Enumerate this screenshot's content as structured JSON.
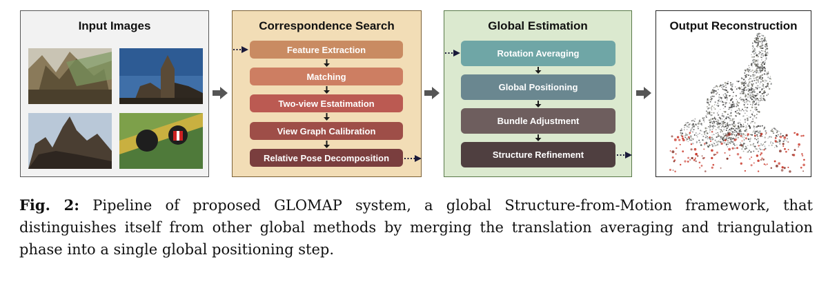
{
  "panels": {
    "input": {
      "title": "Input Images"
    },
    "correspondence": {
      "title": "Correspondence Search",
      "steps": [
        "Feature Extraction",
        "Matching",
        "Two-view Estatimation",
        "View Graph Calibration",
        "Relative Pose Decomposition"
      ],
      "step_colors": [
        "#c98b62",
        "#cd7e62",
        "#bb5a52",
        "#9e4e48",
        "#7a3e3e"
      ]
    },
    "global": {
      "title": "Global Estimation",
      "steps": [
        "Rotation Averaging",
        "Global Positioning",
        "Bundle Adjustment",
        "Structure Refinement"
      ],
      "step_colors": [
        "#6fa6a6",
        "#6a8790",
        "#6e5e5e",
        "#4f3f40"
      ]
    },
    "output": {
      "title": "Output Reconstruction"
    }
  },
  "caption": {
    "label": "Fig. 2:",
    "text": "Pipeline of proposed GLOMAP system, a global Structure-from-Motion framework, that distinguishes itself from other global methods by merging the translation averaging and triangulation phase into a single global positioning step."
  }
}
